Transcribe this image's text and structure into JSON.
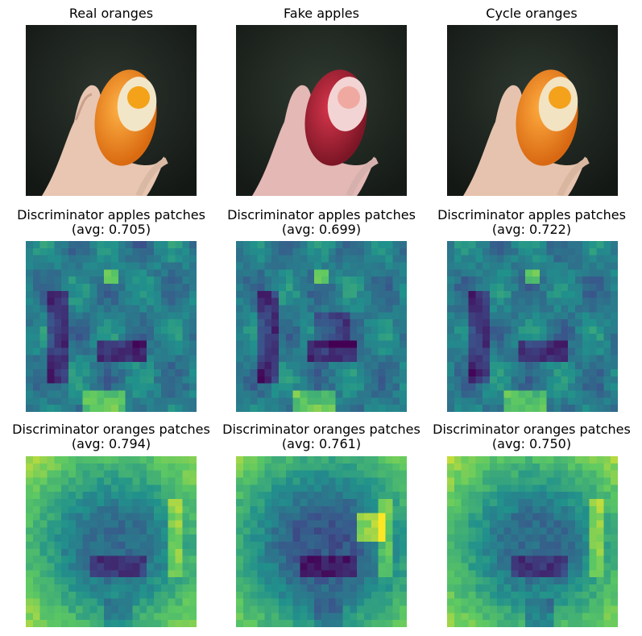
{
  "row1": {
    "titles": [
      "Real oranges",
      "Fake apples",
      "Cycle oranges"
    ],
    "fruit_colors": [
      "#f08a1e",
      "#b02233",
      "#f08a1e"
    ]
  },
  "row2": {
    "title": "Discriminator apples patches",
    "avgs": [
      "(avg: 0.705)",
      "(avg: 0.699)",
      "(avg: 0.722)"
    ]
  },
  "row3": {
    "title": "Discriminator oranges patches",
    "avgs": [
      "(avg: 0.794)",
      "(avg: 0.761)",
      "(avg: 0.750)"
    ]
  },
  "colormap": "viridis"
}
